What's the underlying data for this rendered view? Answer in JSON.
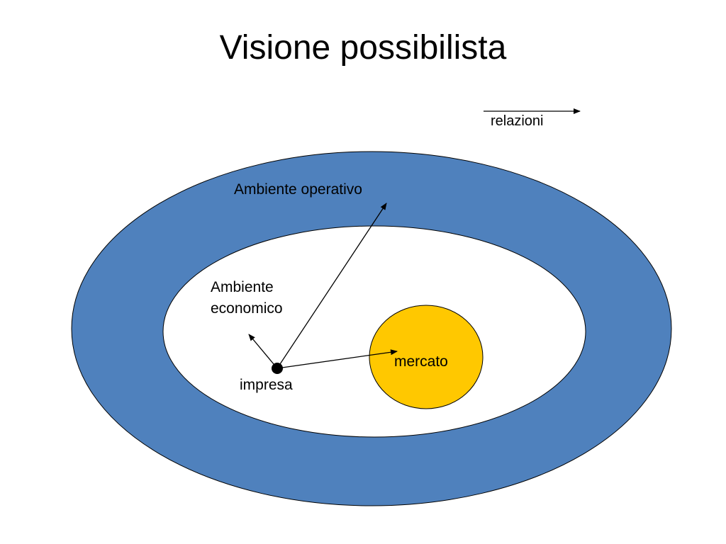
{
  "title": "Visione possibilista",
  "legend": {
    "label": "relazioni"
  },
  "labels": {
    "ambiente_operativo": "Ambiente operativo",
    "ambiente_economico": "Ambiente economico",
    "mercato": "mercato",
    "impresa": "impresa"
  },
  "colors": {
    "outer_ring": "#4F81BD",
    "inner_area": "#FFFFFF",
    "mercato_fill": "#FFC800",
    "stroke": "#000000"
  }
}
